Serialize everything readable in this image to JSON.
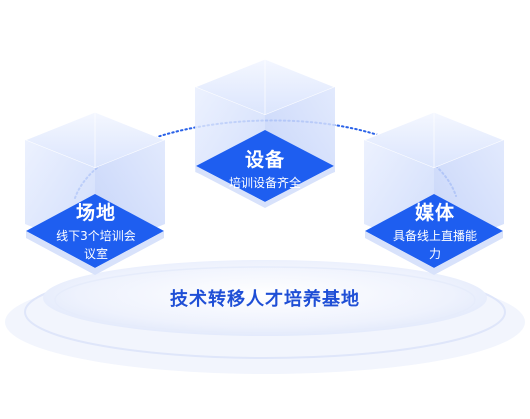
{
  "cubes": [
    {
      "title": "场地",
      "desc": "线下3个培训会议室"
    },
    {
      "title": "设备",
      "desc": "培训设备齐全"
    },
    {
      "title": "媒体",
      "desc": "具备线上直播能力"
    }
  ],
  "base": {
    "title": "技术转移人才培养基地"
  },
  "colors": {
    "accent": "#1e5ef0",
    "cube_face_light": "#eef3ff",
    "cube_face_mid": "#cfdcfb",
    "platform_light": "#eef2fd",
    "title_blue": "#1f4fd6"
  }
}
